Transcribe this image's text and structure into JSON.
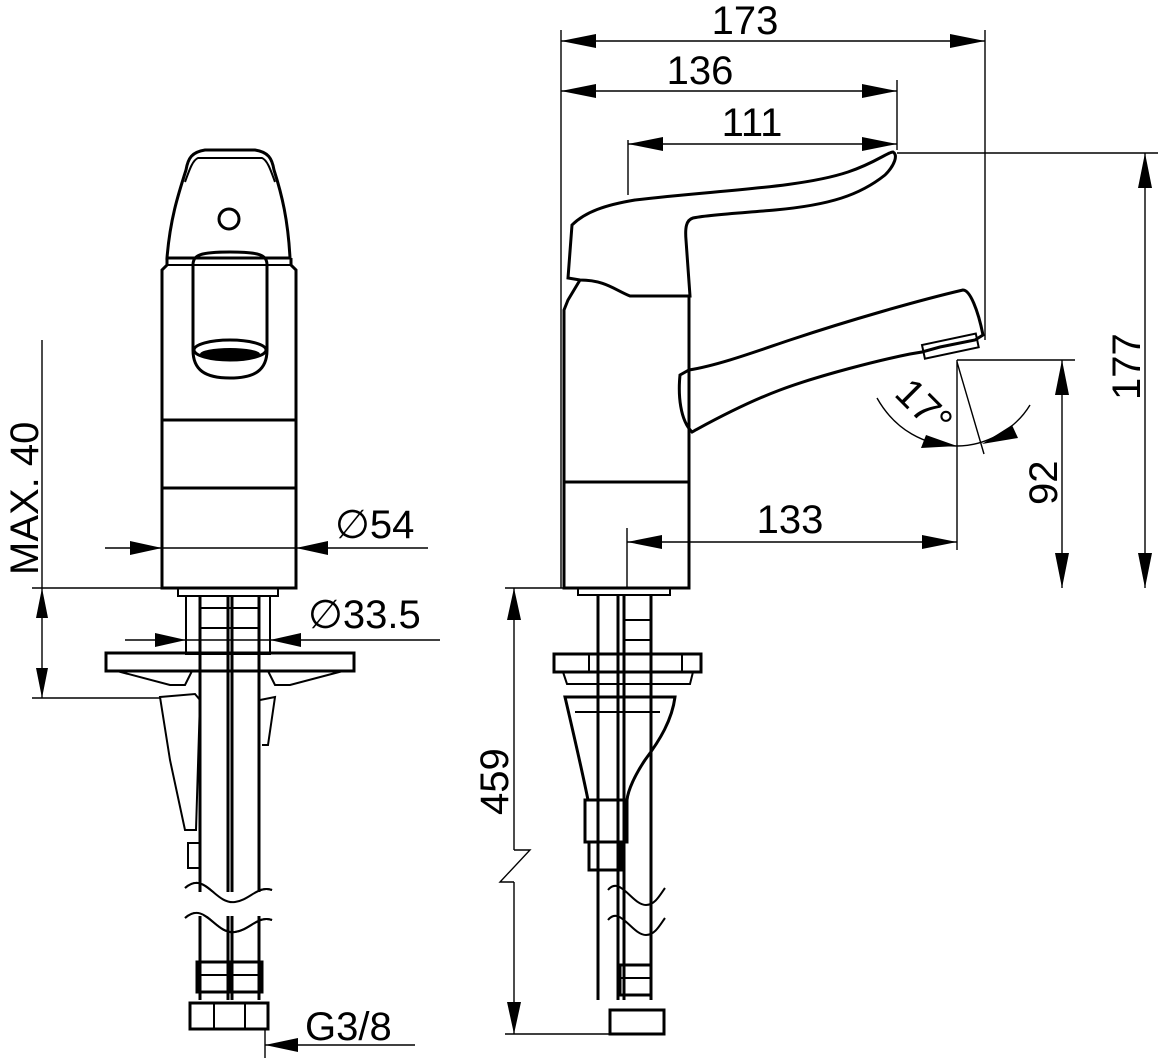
{
  "drawing": {
    "background": "#ffffff",
    "line_color": "#000000",
    "front_view": {
      "dimensions": {
        "max_mounting": "MAX. 40",
        "body_diameter": "∅54",
        "shank_diameter": "∅33.5",
        "connection_thread": "G3/8"
      }
    },
    "side_view": {
      "dimensions": {
        "overall_depth": "173",
        "lever_reach": "136",
        "lever_length": "111",
        "overall_height": "177",
        "spout_height": "92",
        "spout_reach": "133",
        "swivel_angle": "17°",
        "hose_length": "459"
      }
    }
  }
}
